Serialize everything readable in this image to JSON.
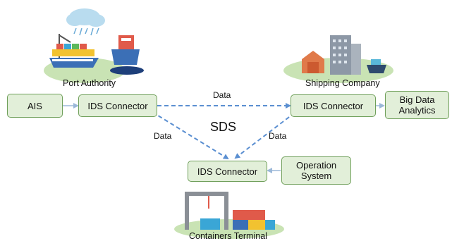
{
  "nodes": {
    "ais": "AIS",
    "ids_port": "IDS Connector",
    "ids_shipping": "IDS Connector",
    "big_data": [
      "Big Data",
      "Analytics"
    ],
    "ids_terminal": "IDS Connector",
    "operation_system": [
      "Operation",
      "System"
    ]
  },
  "labels": {
    "port_authority": "Port Authority",
    "shipping_company": "Shipping Company",
    "containers_terminal": "Containers Terminal",
    "center": "SDS",
    "edge_top": "Data",
    "edge_left": "Data",
    "edge_right": "Data"
  },
  "colors": {
    "box_fill": "#e2efd9",
    "box_border": "#6f9f5a",
    "dashed_arrow": "#5b8fd1",
    "solid_arrow": "#9bb8d8",
    "ground": "#c9e3b4"
  },
  "icons": [
    "port-authority-illustration",
    "shipping-company-illustration",
    "containers-terminal-illustration",
    "cloud-rain-icon"
  ]
}
